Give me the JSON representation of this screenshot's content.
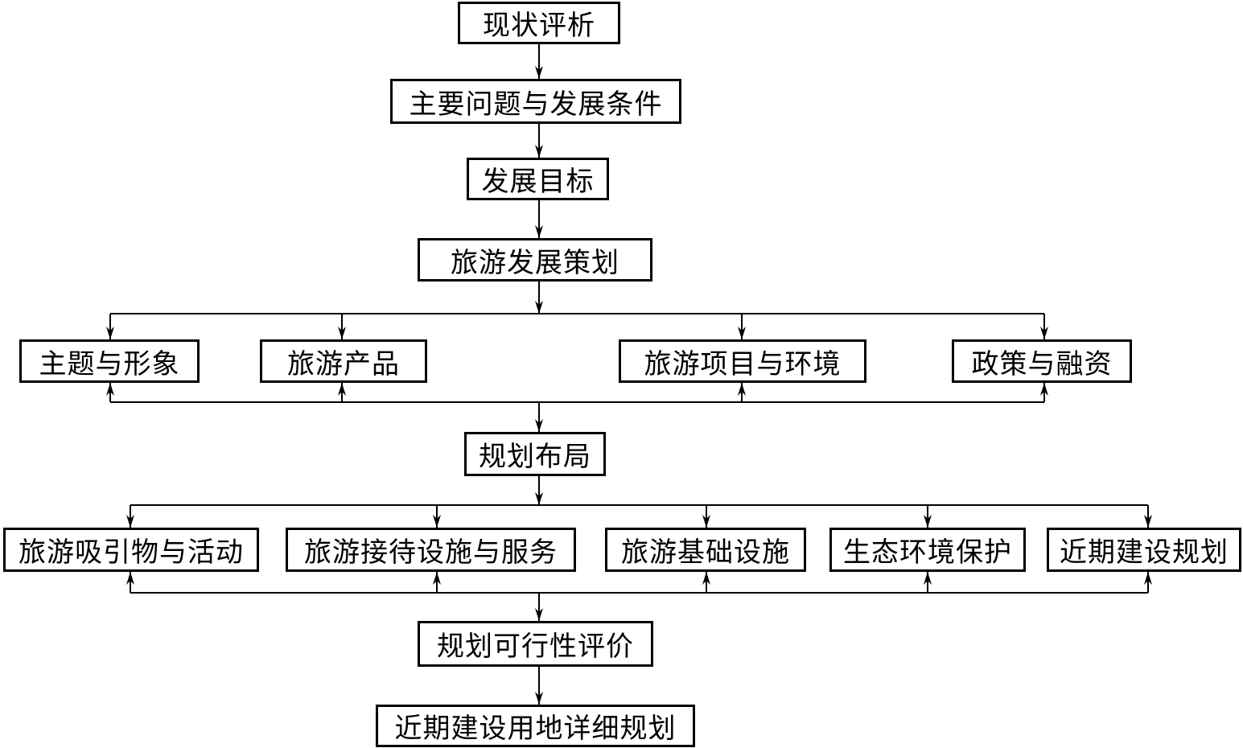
{
  "nodes": {
    "current_assessment": "现状评析",
    "main_issues": "主要问题与发展条件",
    "development_goals": "发展目标",
    "tourism_planning": "旅游发展策划",
    "strategy": [
      "主题与形象",
      "旅游产品",
      "旅游项目与环境",
      "政策与融资"
    ],
    "layout": "规划布局",
    "components": [
      "旅游吸引物与活动",
      "旅游接待设施与服务",
      "旅游基础设施",
      "生态环境保护",
      "近期建设规划"
    ],
    "feasibility": "规划可行性评价",
    "detailed_plan": "近期建设用地详细规划"
  },
  "colors": {
    "line": "#000000",
    "background": "#ffffff"
  }
}
